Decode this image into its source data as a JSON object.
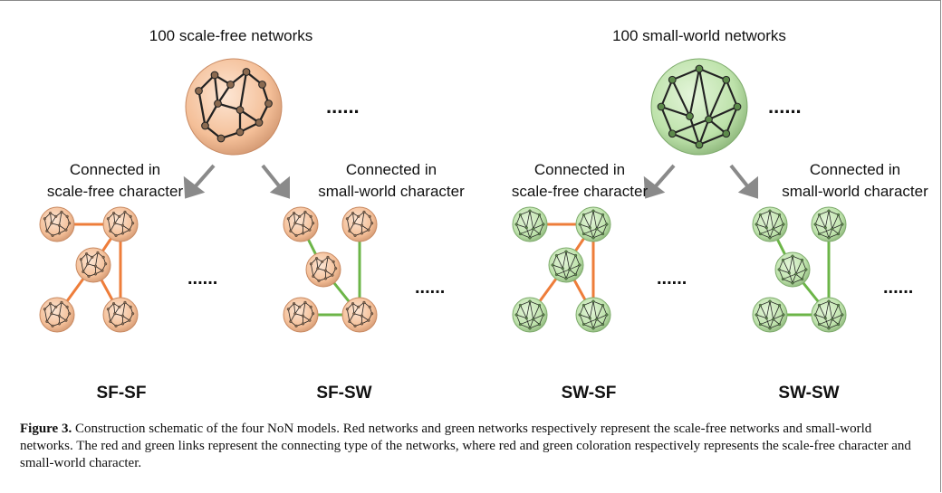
{
  "groups": [
    {
      "id": "sf",
      "title": "100 scale-free networks",
      "ellipsis": "......"
    },
    {
      "id": "sw",
      "title": "100 small-world networks",
      "ellipsis": "......"
    }
  ],
  "branches": [
    {
      "line1": "Connected in",
      "line2": "scale-free character"
    },
    {
      "line1": "Connected in",
      "line2": "small-world character"
    },
    {
      "line1": "Connected in",
      "line2": "scale-free character"
    },
    {
      "line1": "Connected in",
      "line2": "small-world character"
    }
  ],
  "models": [
    {
      "label": "SF-SF",
      "node_type": "scale-free",
      "link_type": "scale-free",
      "ellipsis": "......"
    },
    {
      "label": "SF-SW",
      "node_type": "scale-free",
      "link_type": "small-world",
      "ellipsis": "......"
    },
    {
      "label": "SW-SF",
      "node_type": "small-world",
      "link_type": "scale-free",
      "ellipsis": "......"
    },
    {
      "label": "SW-SW",
      "node_type": "small-world",
      "link_type": "small-world",
      "ellipsis": "......"
    }
  ],
  "colors": {
    "sf_fill": "#f7c9a8",
    "sf_edge": "#c98a62",
    "sw_fill": "#c4e6b4",
    "sw_edge": "#7eab6c",
    "sf_link": "#ee7d3a",
    "sw_link": "#6cb548",
    "arrow": "#8a8a8a"
  },
  "caption": {
    "label": "Figure 3.",
    "text": " Construction schematic of the four NoN models. Red networks and green networks respectively represent the scale-free networks and small-world networks. The red and green links represent the connecting type of the networks, where red and green coloration respectively represents the scale-free character and small-world character."
  }
}
